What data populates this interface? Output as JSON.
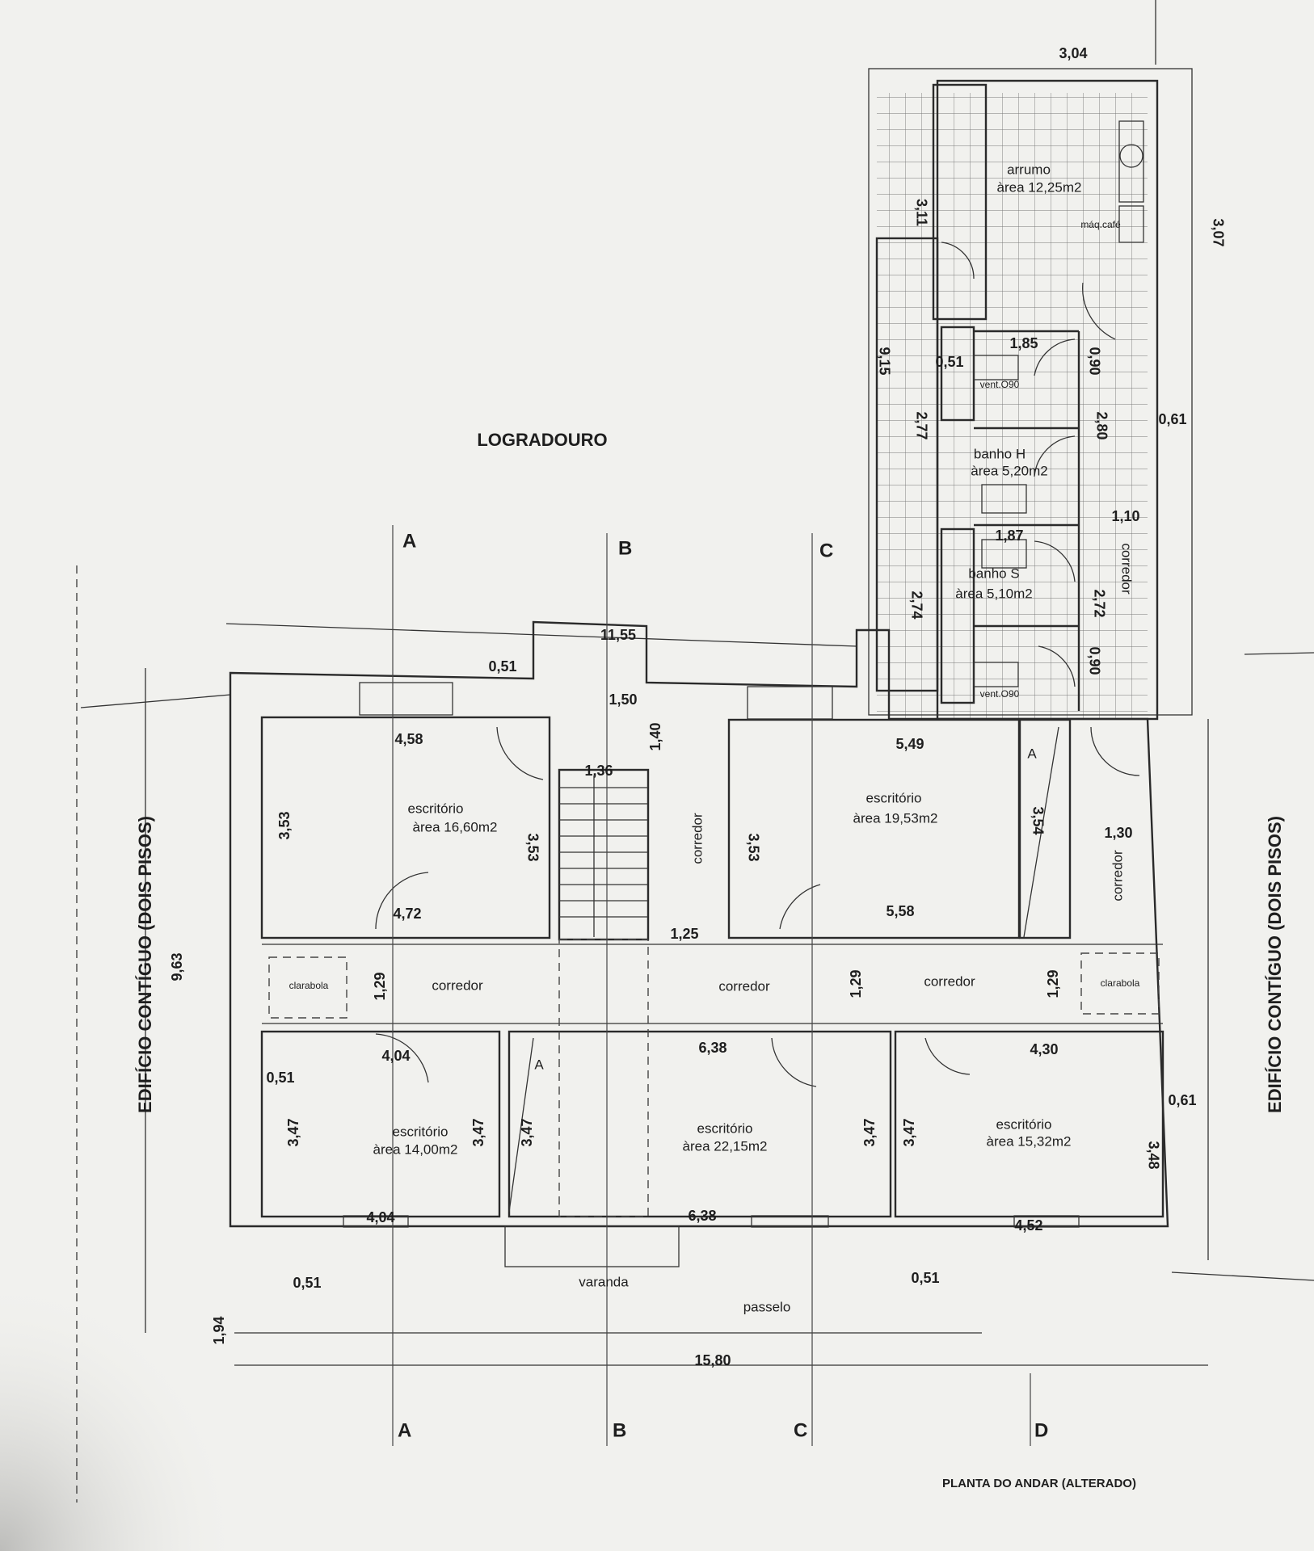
{
  "title": "PLANTA DO ANDAR (ALTERADO)",
  "outdoor_label": "LOGRADOURO",
  "neighbors": {
    "left": "EDIFÍCIO CONTÍGUO (DOIS PISOS)",
    "right": "EDIFÍCIO CONTÍGUO (DOIS PISOS)"
  },
  "section_markers": {
    "top": [
      "A",
      "B",
      "C"
    ],
    "bottom": [
      "A",
      "B",
      "C",
      "D"
    ]
  },
  "rooms": {
    "arrumo": {
      "name": "arrumo",
      "area": "àrea 12,25m2"
    },
    "banho_h": {
      "name": "banho H",
      "area": "àrea 5,20m2"
    },
    "banho_s": {
      "name": "banho S",
      "area": "àrea 5,10m2"
    },
    "office_1": {
      "name": "escritório",
      "area": "àrea 16,60m2"
    },
    "office_2": {
      "name": "escritório",
      "area": "àrea 19,53m2"
    },
    "office_3": {
      "name": "escritório",
      "area": "àrea 14,00m2"
    },
    "office_4": {
      "name": "escritório",
      "area": "àrea 22,15m2"
    },
    "office_5": {
      "name": "escritório",
      "area": "àrea 15,32m2"
    }
  },
  "labels": {
    "corredor": "corredor",
    "clarabola": "clarabola",
    "varanda": "varanda",
    "passelo": "passelo",
    "coffee_machine": "máq.café",
    "vent": "vent.O90",
    "door_marker": "A"
  },
  "dimensions": [
    "3,04",
    "3,11",
    "3,07",
    "9,15",
    "0,51",
    "1,85",
    "0,90",
    "2,77",
    "2,80",
    "0,61",
    "1,10",
    "1,87",
    "2,74",
    "2,72",
    "0,90",
    "11,55",
    "0,51",
    "4,58",
    "1,50",
    "1,40",
    "1,36",
    "3,53",
    "3,53",
    "5,49",
    "3,53",
    "3,54",
    "1,30",
    "4,72",
    "5,58",
    "1,25",
    "1,29",
    "1,29",
    "1,29",
    "4,04",
    "6,38",
    "4,30",
    "0,51",
    "3,47",
    "3,47",
    "3,47",
    "3,47",
    "3,47",
    "3,48",
    "0,61",
    "4,04",
    "6,38",
    "4,52",
    "0,51",
    "0,51",
    "1,94",
    "15,80",
    "9,63"
  ]
}
